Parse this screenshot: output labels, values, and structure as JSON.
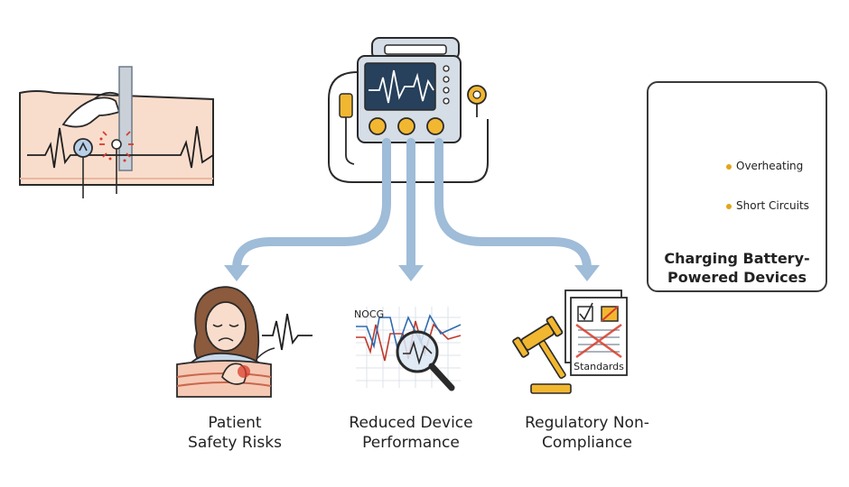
{
  "central_device": {
    "name": "monitor-device"
  },
  "impacts": [
    {
      "line1": "Patient",
      "line2": "Safety Risks"
    },
    {
      "line1": "Reduced Device",
      "line2": "Performance"
    },
    {
      "line1": "Regulatory Non-",
      "line2": "Compliance"
    }
  ],
  "performance_chart_label": "NOCG",
  "standards_label": "Standards",
  "side_panel": {
    "bullets": [
      "Overheating",
      "Short Circuits"
    ],
    "title_line1": "Charging Battery-",
    "title_line2": "Powered Devices"
  },
  "colors": {
    "arrow": "#9fbcd8",
    "device_body": "#d5dde6",
    "screen": "#27405b",
    "accent": "#f2b731",
    "skin": "#f9ddcc",
    "alert_red": "#d93b2b"
  }
}
